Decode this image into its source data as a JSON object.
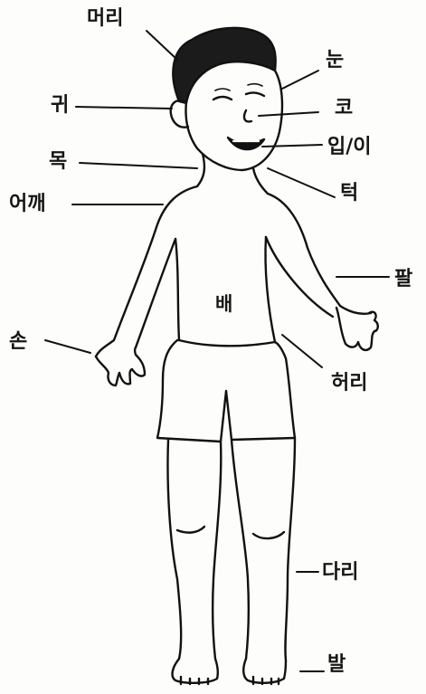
{
  "labels": {
    "head": "머리",
    "eye": "눈",
    "ear": "귀",
    "nose": "코",
    "neck": "목",
    "mouth": "입/이",
    "shoulder": "어깨",
    "chin": "턱",
    "arm": "팔",
    "belly": "배",
    "hand": "손",
    "waist": "허리",
    "leg": "다리",
    "foot": "발"
  }
}
